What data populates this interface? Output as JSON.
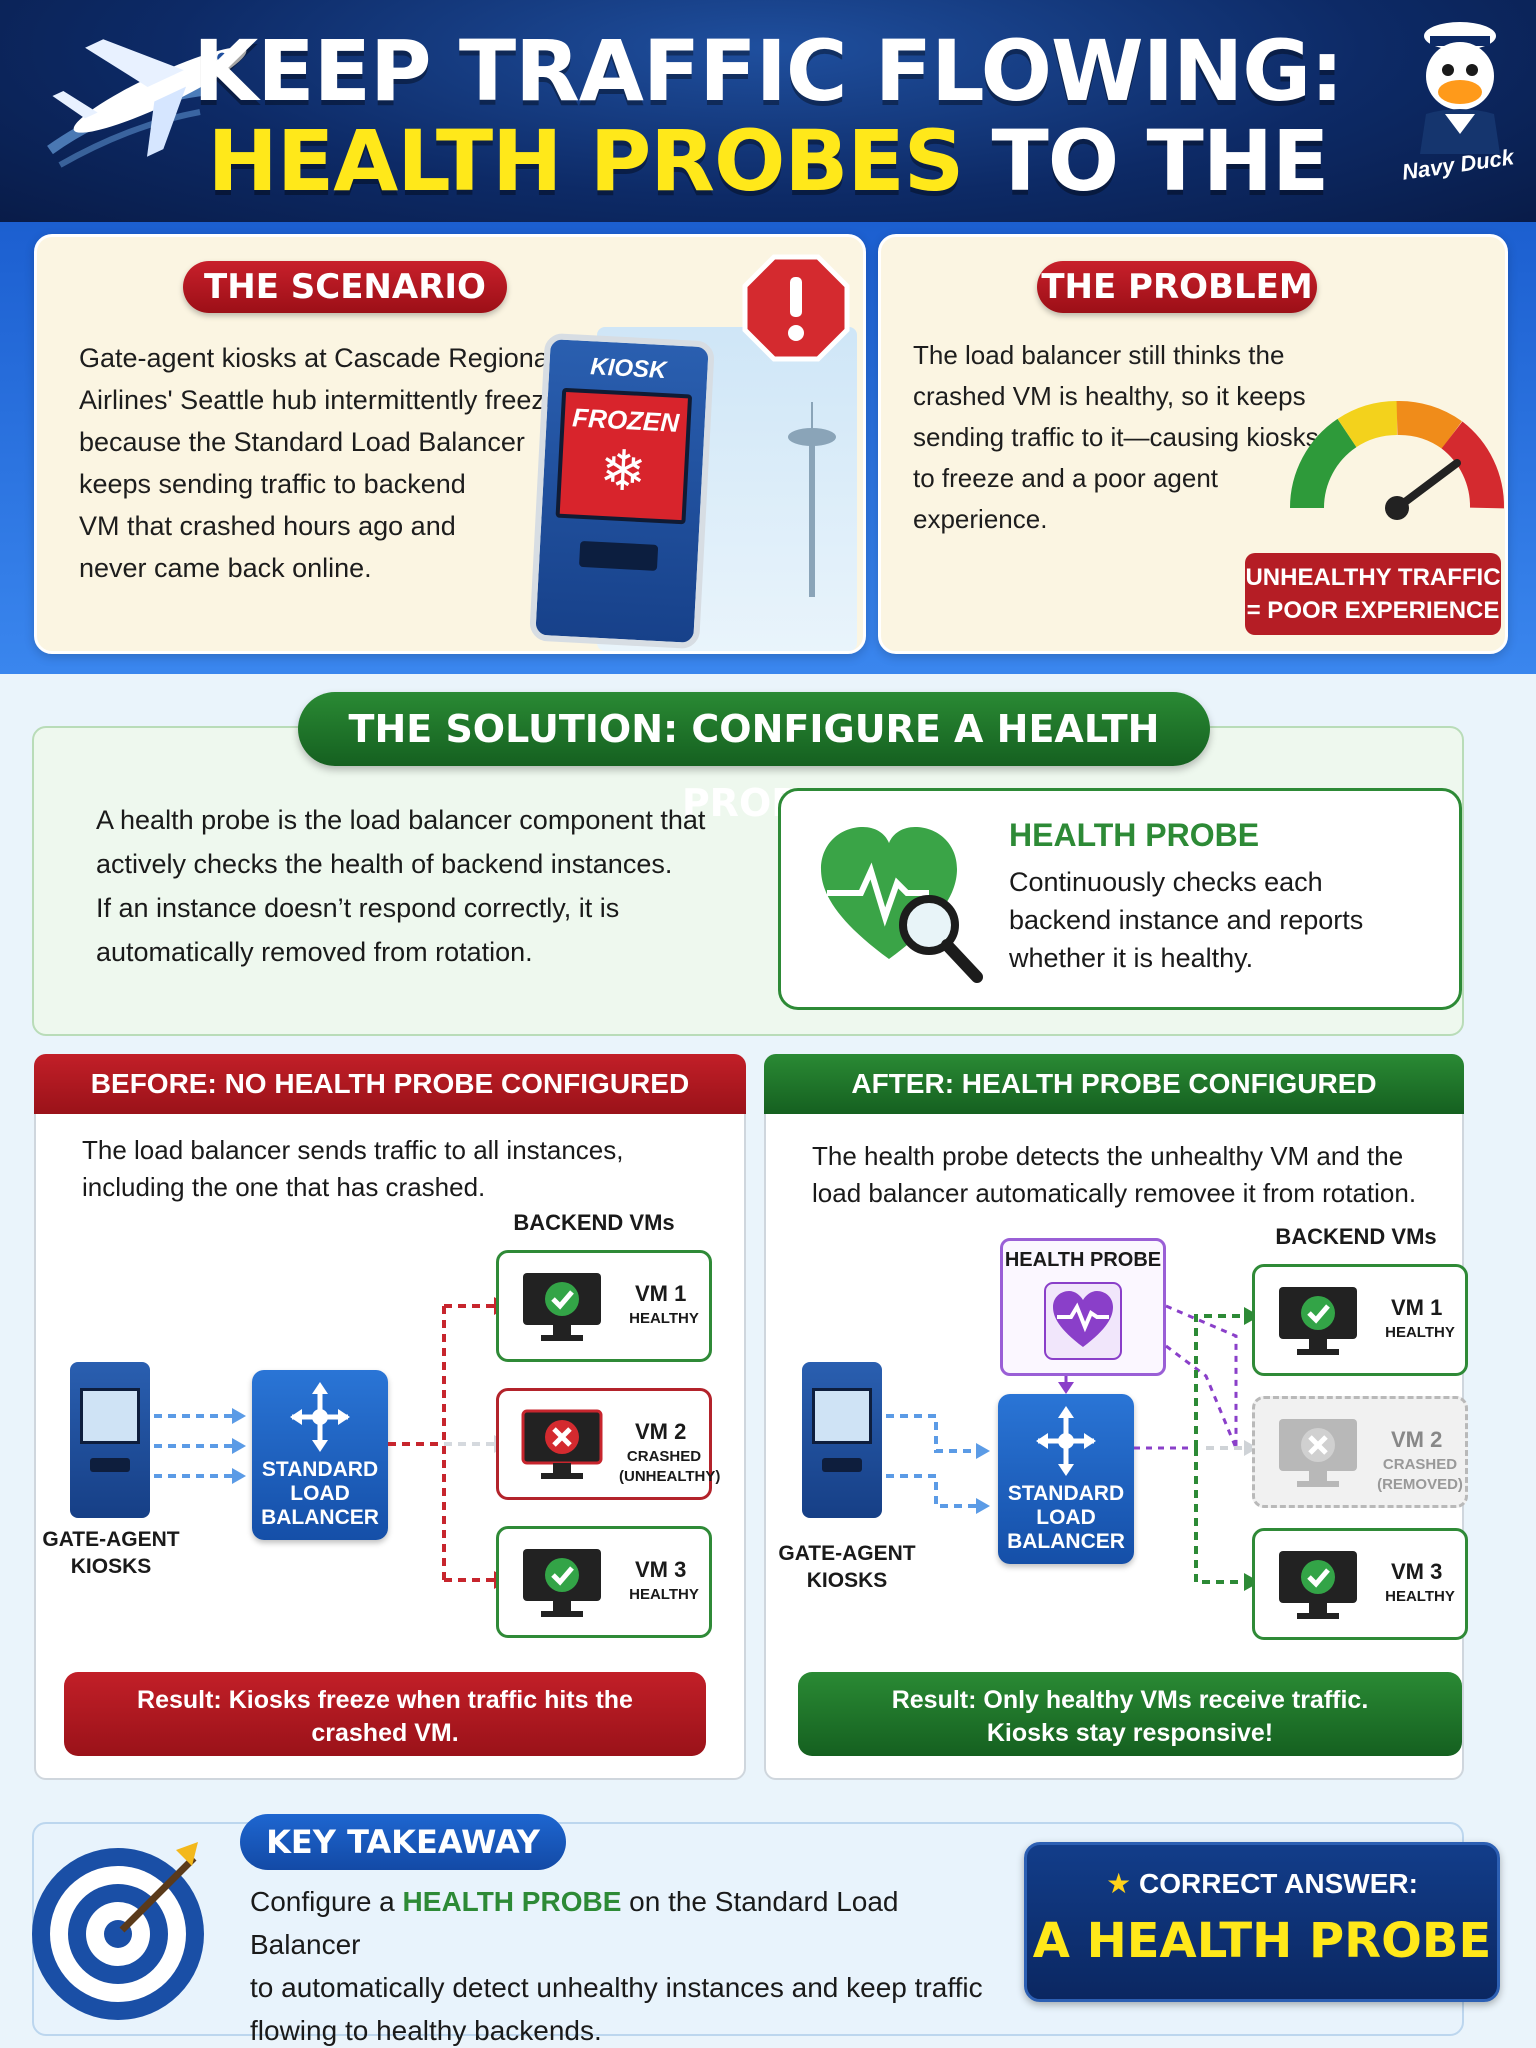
{
  "header": {
    "title_line1": "KEEP TRAFFIC FLOWING:",
    "title_line2_highlight": "HEALTH PROBES",
    "title_line2_rest": " TO THE RESCUE!",
    "mascot_label": "Navy Duck"
  },
  "scenario": {
    "heading": "THE SCENARIO",
    "lines": [
      "Gate-agent kiosks at Cascade Regional",
      "Airlines' Seattle hub intermittently freeze",
      "because the Standard Load Balancer",
      "keeps sending traffic to backend",
      "VM that crashed hours ago and",
      "never came back online."
    ],
    "kiosk_label": "KIOSK",
    "kiosk_screen": "FROZEN"
  },
  "problem": {
    "heading": "THE PROBLEM",
    "lines": [
      "The load balancer still thinks the",
      "crashed VM is healthy, so it keeps",
      "sending traffic to it—causing kiosks",
      "to freeze and a poor agent",
      "experience."
    ],
    "badge_line1": "UNHEALTHY TRAFFIC",
    "badge_line2": "= POOR EXPERIENCE"
  },
  "solution": {
    "heading": "THE SOLUTION: CONFIGURE A HEALTH PROBE",
    "lines": [
      "A health probe is the load balancer component that",
      "actively checks the health of backend instances.",
      "If an instance doesn’t respond correctly, it is",
      "automatically removed from rotation."
    ],
    "card_title": "HEALTH PROBE",
    "card_lines": [
      "Continuously checks each",
      "backend instance and reports",
      "whether it is healthy."
    ]
  },
  "before": {
    "heading": "BEFORE: NO HEALTH PROBE CONFIGURED",
    "desc_lines": [
      "The load balancer sends traffic to all instances,",
      "including the one that has crashed."
    ],
    "backend_label": "BACKEND VMs",
    "kiosks_line1": "GATE-AGENT",
    "kiosks_line2": "KIOSKS",
    "lb_lines": [
      "STANDARD",
      "LOAD",
      "BALANCER"
    ],
    "vms": [
      {
        "name": "VM 1",
        "status1": "HEALTHY",
        "status2": ""
      },
      {
        "name": "VM 2",
        "status1": "CRASHED",
        "status2": "(UNHEALTHY)"
      },
      {
        "name": "VM 3",
        "status1": "HEALTHY",
        "status2": ""
      }
    ],
    "result_line1": "Result: Kiosks freeze when traffic hits the",
    "result_line2": "crashed VM."
  },
  "after": {
    "heading": "AFTER: HEALTH PROBE CONFIGURED",
    "desc_lines": [
      "The health probe detects the unhealthy VM and the",
      "load balancer automatically removee it from rotation."
    ],
    "backend_label": "BACKEND VMs",
    "probe_label": "HEALTH PROBE",
    "kiosks_line1": "GATE-AGENT",
    "kiosks_line2": "KIOSKS",
    "lb_lines": [
      "STANDARD",
      "LOAD",
      "BALANCER"
    ],
    "vms": [
      {
        "name": "VM 1",
        "status1": "HEALTHY",
        "status2": ""
      },
      {
        "name": "VM 2",
        "status1": "CRASHED",
        "status2": "(REMOVED)"
      },
      {
        "name": "VM 3",
        "status1": "HEALTHY",
        "status2": ""
      }
    ],
    "result_line1": "Result: Only healthy VMs receive traffic.",
    "result_line2": "Kiosks stay responsive!"
  },
  "takeaway": {
    "heading": "KEY TAKEAWAY",
    "line1_pre": "Configure a ",
    "line1_highlight": "HEALTH PROBE",
    "line1_post": " on the Standard Load Balancer",
    "line2": "to automatically detect unhealthy instances and keep traffic",
    "line3": "flowing to healthy backends.",
    "answer_label": "CORRECT ANSWER:",
    "answer_value": "A HEALTH PROBE"
  },
  "colors": {
    "header_bg": "#0d2a66",
    "title_highlight": "#ffe81a",
    "red_primary": "#b3232b",
    "green_primary": "#2d8a36",
    "blue_primary": "#1a5fc4",
    "purple_probe": "#8a3fc9"
  },
  "icons": [
    "airplane-icon",
    "warning-octagon-icon",
    "snowflake-icon",
    "gauge-icon",
    "heart-pulse-icon",
    "magnifier-icon",
    "kiosk-icon",
    "network-hub-icon",
    "monitor-check-icon",
    "monitor-x-icon",
    "target-icon",
    "star-icon"
  ]
}
